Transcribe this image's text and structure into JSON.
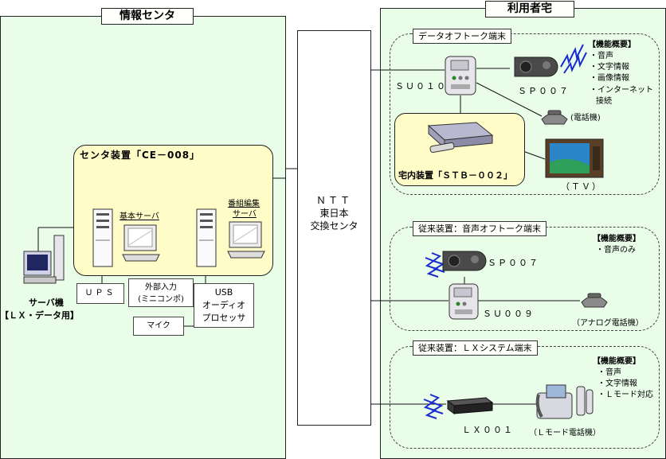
{
  "center": {
    "title": "情報センタ",
    "apparatus_title": "センタ装置「CE－008」",
    "basic_server": "基本サーバ",
    "program_server_line1": "番組編集",
    "program_server_line2": "サーバ",
    "ups": "ＵＰＳ",
    "external_input_line1": "外部入力",
    "external_input_line2": "(ミニコンポ)",
    "usb_line1": "USB",
    "usb_line2": "オーディオ",
    "usb_line3": "プロセッサ",
    "mic": "マイク",
    "server_machine_line1": "サーバ機",
    "server_machine_line2": "【ＬＸ・データ用】"
  },
  "ntt": {
    "line1": "ＮＴＴ",
    "line2": "東日本",
    "line3": "交換センタ"
  },
  "user": {
    "title": "利用者宅",
    "data_talk": {
      "label": "データオフトーク端末",
      "su010": "ＳＵ０１０",
      "sp007": "ＳＰ００７",
      "phone": "(電話機)",
      "stb": "宅内装置「ＳＴＢ－００２」",
      "tv": "（ＴＶ）",
      "features_title": "【機能概要】",
      "features": [
        "・音声",
        "・文字情報",
        "・画像情報",
        "・インターネット",
        "接続"
      ]
    },
    "voice_talk": {
      "label": "従来装置：音声オフトーク端末",
      "sp007": "ＳＰ００７",
      "su009": "ＳＵ００９",
      "phone": "（アナログ電話機）",
      "features_title": "【機能概要】",
      "features": [
        "・音声のみ"
      ]
    },
    "lx_system": {
      "label": "従来装置：ＬＸシステム端末",
      "lx001": "ＬＸ００１",
      "phone": "（Ｌモード電話機）",
      "features_title": "【機能概要】",
      "features": [
        "・音声",
        "・文字情報",
        "・Ｌモード対応"
      ]
    }
  }
}
